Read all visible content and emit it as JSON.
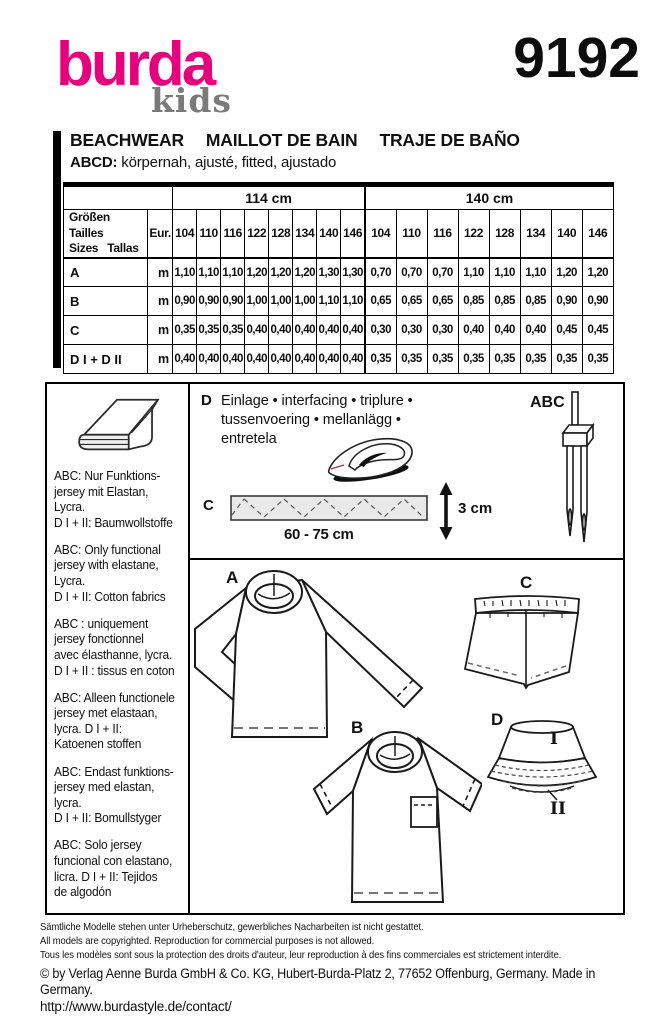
{
  "header": {
    "brand": "burda",
    "brand_sub": "kids",
    "pattern_number": "9192",
    "brand_color": "#e5007d",
    "brand_sub_color": "#7a7a7a"
  },
  "title": {
    "parts": [
      "BEACHWEAR",
      "MAILLOT DE BAIN",
      "TRAJE DE BAÑO"
    ],
    "fit_label": "ABCD:",
    "fit_text": "körpernah, ajusté, fitted, ajustado"
  },
  "size_table": {
    "group_headers": [
      "114 cm",
      "140 cm"
    ],
    "row_header": "Größen  Tailles\nSizes   Tallas",
    "unit_header": "Eur.",
    "sizes": [
      "104",
      "110",
      "116",
      "122",
      "128",
      "134",
      "140",
      "146"
    ],
    "rows": [
      {
        "label": "A",
        "unit": "m",
        "values_114": [
          "1,10",
          "1,10",
          "1,10",
          "1,20",
          "1,20",
          "1,20",
          "1,30",
          "1,30"
        ],
        "values_140": [
          "0,70",
          "0,70",
          "0,70",
          "1,10",
          "1,10",
          "1,10",
          "1,20",
          "1,20"
        ]
      },
      {
        "label": "B",
        "unit": "m",
        "values_114": [
          "0,90",
          "0,90",
          "0,90",
          "1,00",
          "1,00",
          "1,00",
          "1,10",
          "1,10"
        ],
        "values_140": [
          "0,65",
          "0,65",
          "0,65",
          "0,85",
          "0,85",
          "0,85",
          "0,90",
          "0,90"
        ]
      },
      {
        "label": "C",
        "unit": "m",
        "values_114": [
          "0,35",
          "0,35",
          "0,35",
          "0,40",
          "0,40",
          "0,40",
          "0,40",
          "0,40"
        ],
        "values_140": [
          "0,30",
          "0,30",
          "0,30",
          "0,40",
          "0,40",
          "0,40",
          "0,45",
          "0,45"
        ]
      },
      {
        "label": "D I + D II",
        "unit": "m",
        "values_114": [
          "0,40",
          "0,40",
          "0,40",
          "0,40",
          "0,40",
          "0,40",
          "0,40",
          "0,40"
        ],
        "values_140": [
          "0,35",
          "0,35",
          "0,35",
          "0,35",
          "0,35",
          "0,35",
          "0,35",
          "0,35"
        ]
      }
    ]
  },
  "fabric_info": {
    "notes": [
      "ABC: Nur Funktions-\njersey mit Elastan,\nLycra.\nD I + II: Baumwollstoffe",
      "ABC: Only functional\njersey with elastane,\nLycra.\nD I + II: Cotton fabrics",
      "ABC : uniquement\njersey fonctionnel\navec élasthanne, lycra.\nD I + II : tissus en coton",
      "ABC: Alleen functionele\njersey met elastaan,\nlycra. D I + II:\nKatoenen stoffen",
      "ABC: Endast funktions-\njersey med elastan,\nlycra.\nD I + II: Bomullstyger",
      "ABC: Solo jersey\nfuncional con elastano,\nlicra. D I + II: Tejidos\nde algodón"
    ]
  },
  "notions": {
    "interfacing_label": "D",
    "interfacing_text": "Einlage • interfacing • triplure •\ntussenvoering • mellanlägg •\nentretela",
    "needle_label": "ABC",
    "elastic_label": "C",
    "elastic_length": "60 - 75 cm",
    "elastic_width": "3 cm"
  },
  "garments": {
    "top_long_label": "A",
    "top_short_label": "B",
    "shorts_label": "C",
    "hat_label": "D",
    "hat_crown_label": "I",
    "hat_brim_label": "II"
  },
  "footer": {
    "legal_lines": [
      "Sämtliche Modelle stehen unter Urheberschutz, gewerbliches Nacharbeiten ist nicht gestattet.",
      "All models are copyrighted. Reproduction for commercial purposes is not allowed.",
      "Tous les modèles sont sous la protection des droits d'auteur, leur reproduction à des fins commerciales est strictement interdite."
    ],
    "copyright": "© by Verlag Aenne Burda GmbH & Co. KG, Hubert-Burda-Platz 2, 77652 Offenburg, Germany. Made in Germany.",
    "website": "http://www.burdastyle.de/contact/"
  }
}
